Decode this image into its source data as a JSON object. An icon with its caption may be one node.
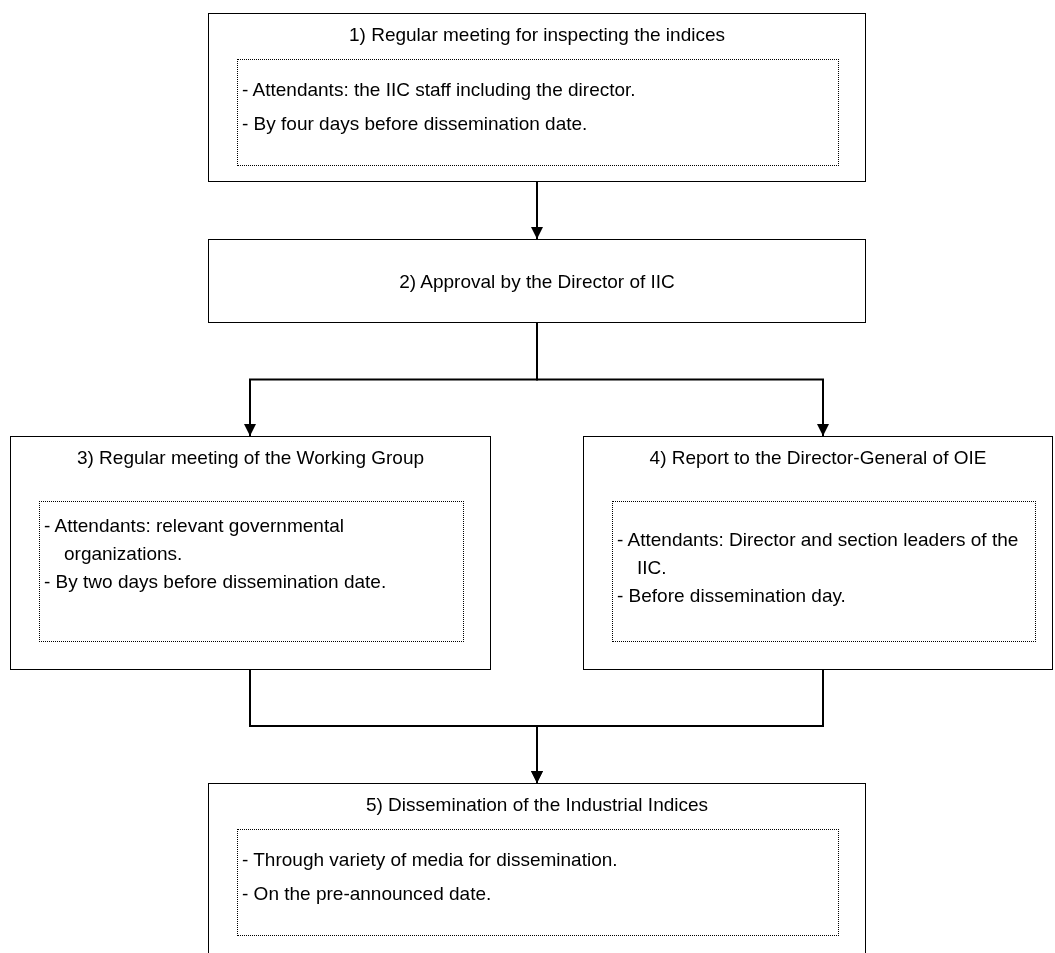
{
  "diagram": {
    "nodes": [
      {
        "text": [
          "1) Regular meeting for inspecting the indices"
        ]
      },
      {
        "text": [
          "- Attendants: the IIC staff including the director.",
          "- By four days before dissemination date."
        ],
        "in": 0
      },
      {
        "text": [
          "2) Approval by the Director of IIC"
        ]
      },
      {
        "text": [
          "3) Regular meeting of the Working Group"
        ]
      },
      {
        "text": [
          "- Attendants: relevant governmental organizations.",
          "- By two days before dissemination date."
        ],
        "in": 3
      },
      {
        "text": [
          "4) Report to the Director-General of OIE"
        ]
      },
      {
        "text": [
          "- Attendants: Director and section leaders of the IIC.",
          "- Before dissemination day."
        ],
        "in": 5
      },
      {
        "text": [
          "5) Dissemination of the Industrial Indices"
        ]
      },
      {
        "text": [
          "- Through variety of media for dissemination.",
          "- On the pre-announced date."
        ],
        "in": 7
      }
    ],
    "edges": [
      {
        "from": 0,
        "to": 2,
        "arrow": "to"
      },
      {
        "from": 2,
        "to": 3,
        "arrow": "to"
      },
      {
        "from": 2,
        "to": 5,
        "arrow": "to"
      },
      {
        "from": 3,
        "to": 7,
        "arrow": "to"
      },
      {
        "from": 5,
        "to": 7,
        "arrow": "to"
      }
    ]
  }
}
